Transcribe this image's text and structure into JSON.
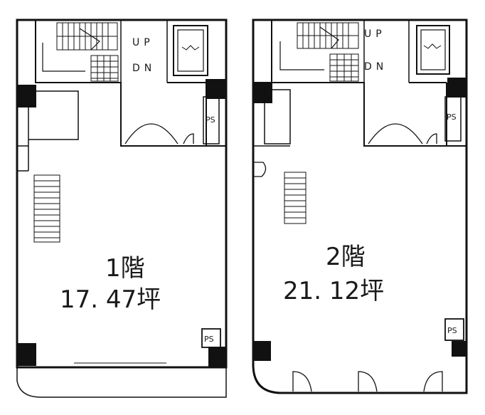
{
  "floors": [
    {
      "name": "1階",
      "area": "17. 47坪",
      "stair_up": "UP",
      "stair_down": "DN",
      "shaft_top": "PS",
      "shaft_bottom": "PS"
    },
    {
      "name": "2階",
      "area": "21. 12坪",
      "stair_up": "UP",
      "stair_down": "DN",
      "shaft_top": "PS",
      "shaft_bottom": "PS"
    }
  ]
}
